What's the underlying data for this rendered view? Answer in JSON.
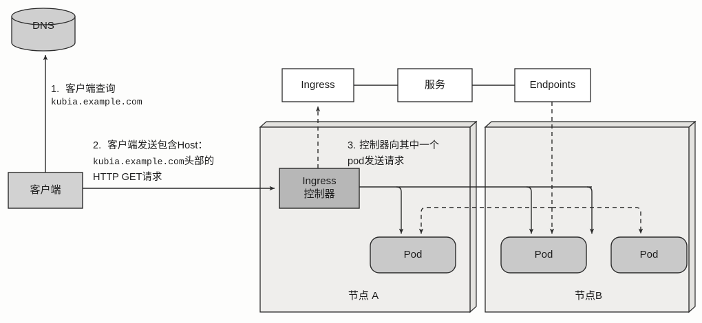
{
  "figure": {
    "title": "Kubernetes Ingress request flow",
    "background_color": "#fdfdfc",
    "stroke_color": "#2b2b2b"
  },
  "nodes": {
    "dns": {
      "label": "DNS",
      "shape": "cylinder",
      "fill": "#cfcfcf"
    },
    "client": {
      "label": "客户端",
      "shape": "rect",
      "fill": "#d2d2d2"
    },
    "ingress": {
      "label": "Ingress",
      "shape": "rect",
      "fill": "#ffffff"
    },
    "service": {
      "label": "服务",
      "shape": "rect",
      "fill": "#ffffff"
    },
    "endpoints": {
      "label": "Endpoints",
      "shape": "rect",
      "fill": "#ffffff"
    },
    "ingress_controller": {
      "label_line1": "Ingress",
      "label_line2": "控制器",
      "shape": "rect",
      "fill": "#b7b7b7"
    }
  },
  "cluster_nodes": [
    {
      "caption": "节点 A",
      "fill": "#efeeec",
      "pods": [
        {
          "label": "Pod",
          "fill": "#c9c9c9"
        }
      ]
    },
    {
      "caption": "节点B",
      "fill": "#efeeec",
      "pods": [
        {
          "label": "Pod",
          "fill": "#c9c9c9"
        },
        {
          "label": "Pod",
          "fill": "#c9c9c9"
        }
      ]
    }
  ],
  "steps": [
    {
      "id": "step-1",
      "number": "1.",
      "line1": "客户端查询",
      "line2": "kubia.example.com"
    },
    {
      "id": "step-2",
      "number": "2.",
      "line1": "客户端发送包含Host：",
      "line2_mono": "kubia.example.com",
      "line2_sans": "头部的",
      "line3": "HTTP GET请求"
    },
    {
      "id": "step-3",
      "number": "3.",
      "line1": "控制器向其中一个",
      "line2": "pod发送请求"
    }
  ],
  "connectors": [
    {
      "name": "client-to-dns",
      "style": "solid",
      "arrow": true
    },
    {
      "name": "client-to-ingress-controller",
      "style": "solid",
      "arrow": true
    },
    {
      "name": "ingress-to-service",
      "style": "solid",
      "arrow": false
    },
    {
      "name": "service-to-endpoints",
      "style": "solid",
      "arrow": false
    },
    {
      "name": "ingress-controller-to-ingress",
      "style": "dashed",
      "arrow": true
    },
    {
      "name": "endpoints-to-pods",
      "style": "dashed",
      "arrow": true
    },
    {
      "name": "ingress-controller-to-pods",
      "style": "solid",
      "arrow": true
    }
  ]
}
